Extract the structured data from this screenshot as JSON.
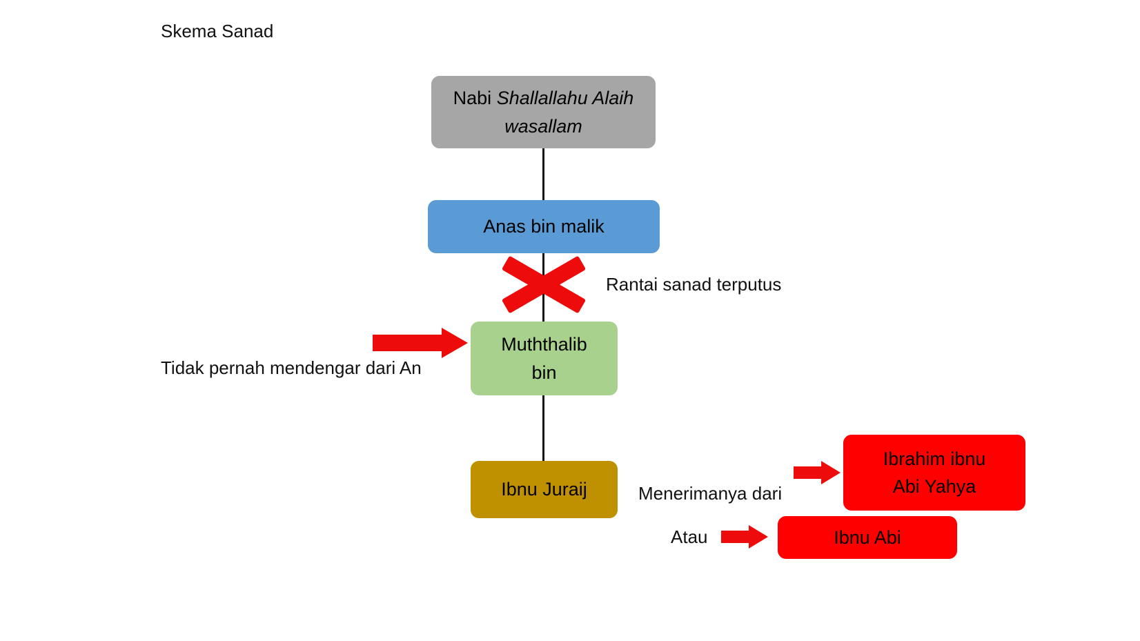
{
  "title": "Skema Sanad",
  "nodes": {
    "nabi": {
      "prefix": "Nabi ",
      "italic": "Shallallahu Alaih wasallam",
      "color": "#a6a6a6"
    },
    "anas": {
      "label": "Anas bin malik",
      "color": "#5b9bd5"
    },
    "muththalib": {
      "label": "Muththalib bin",
      "color": "#a9d18e"
    },
    "ibnu_juraij": {
      "label": "Ibnu Juraij",
      "color": "#bf9000"
    },
    "ibrahim": {
      "label": "Ibrahim ibnu Abi Yahya",
      "color": "#fe0000"
    },
    "ibnu_abi": {
      "label": "Ibnu Abi",
      "color": "#fe0000"
    }
  },
  "annotations": {
    "broken_chain": "Rantai sanad terputus",
    "never_heard": "Tidak pernah mendengar dari An",
    "received_from": "Menerimanya dari",
    "or_label": "Atau"
  },
  "icons": {
    "x_mark": "broken-chain-x-icon",
    "arrow": "red-right-arrow-icon"
  },
  "accent_red": "#ee0b0b"
}
